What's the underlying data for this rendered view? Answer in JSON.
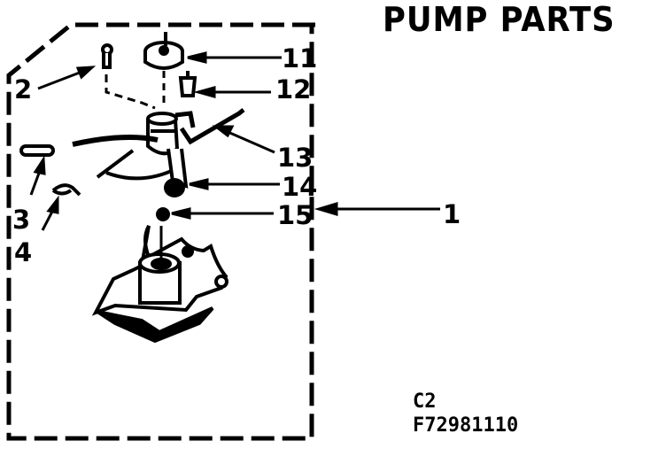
{
  "title": "PUMP PARTS",
  "diagram_code": "C2",
  "figure_number": "F72981110",
  "callouts": [
    {
      "label": "1",
      "part": "pump-assembly"
    },
    {
      "label": "2",
      "part": "pin"
    },
    {
      "label": "3",
      "part": "sleeve"
    },
    {
      "label": "4",
      "part": "clip"
    },
    {
      "label": "11",
      "part": "cap"
    },
    {
      "label": "12",
      "part": "bushing"
    },
    {
      "label": "13",
      "part": "lever-arm"
    },
    {
      "label": "14",
      "part": "roller"
    },
    {
      "label": "15",
      "part": "ball"
    }
  ],
  "colors": {
    "ink": "#000000",
    "paper": "#ffffff"
  }
}
